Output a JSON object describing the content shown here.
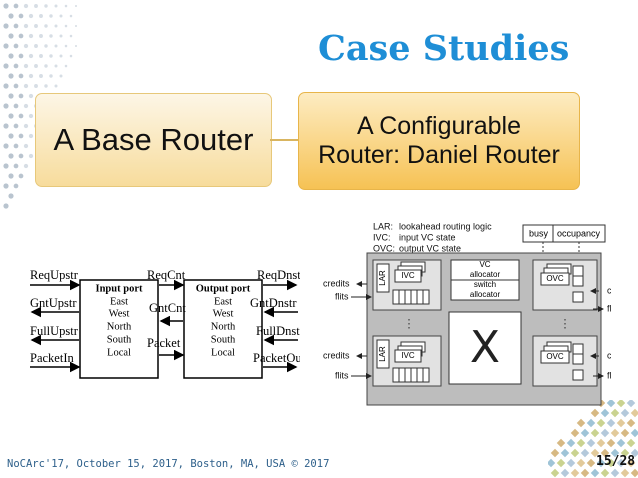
{
  "slide": {
    "title": "Case Studies",
    "footer": "NoCArc'17, October 15, 2017, Boston, MA, USA © 2017",
    "page": "15/28"
  },
  "boxes": {
    "base": "A Base Router",
    "configurable_line1": "A Configurable",
    "configurable_line2": "Router: Daniel Router"
  },
  "base_router": {
    "input_port": {
      "title": "Input port",
      "dirs": [
        "East",
        "West",
        "North",
        "South",
        "Local"
      ]
    },
    "output_port": {
      "title": "Output port",
      "dirs": [
        "East",
        "West",
        "North",
        "South",
        "Local"
      ]
    },
    "left_signals": [
      "ReqUpstr",
      "GntUpstr",
      "FullUpstr",
      "PacketIn"
    ],
    "mid_signals": [
      "ReqCnt",
      "GntCnt",
      "Packet"
    ],
    "right_signals": [
      "ReqDnstr",
      "GntDnstr",
      "FullDnstr",
      "PacketOut"
    ]
  },
  "daniel_router": {
    "legend": [
      {
        "key": "LAR:",
        "desc": "lookahead routing logic"
      },
      {
        "key": "IVC:",
        "desc": "input VC state"
      },
      {
        "key": "OVC:",
        "desc": "output VC state"
      }
    ],
    "state_labels": [
      "busy",
      "occupancy"
    ],
    "vc_allocator": [
      "VC",
      "allocator"
    ],
    "switch_allocator": [
      "switch",
      "allocator"
    ],
    "lar": "LAR",
    "ivc": "IVC",
    "ovc": "OVC",
    "crossbar": "X",
    "credits": "credits",
    "flits": "flits",
    "dots": "⋮"
  }
}
